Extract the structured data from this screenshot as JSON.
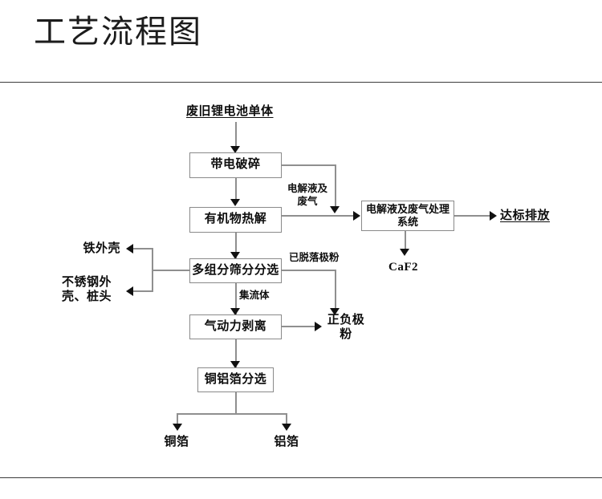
{
  "page": {
    "title": "工艺流程图"
  },
  "diagram": {
    "nodes": {
      "crush": "带电破碎",
      "pyrolysis": "有机物热解",
      "sorting": "多组分筛分分选",
      "pneumatic": "气动力剥离",
      "foil_sorting": "铜铝箔分选",
      "gas_treatment": "电解液及废气处理系统"
    },
    "terminals": {
      "input": "废旧锂电池单体",
      "emission": "达标排放",
      "caf2": "CaF2",
      "iron_shell": "铁外壳",
      "stainless_shell": "不锈钢外壳、桩头",
      "electrode_powder": "正负极粉",
      "copper_foil": "铜箔",
      "aluminum_foil": "铝箔"
    },
    "edge_labels": {
      "electrolyte_gas": "电解液及废气",
      "detached_powder": "已脱落极粉",
      "current_collector": "集流体"
    }
  },
  "colors": {
    "box_border": "#8a8a8a",
    "connector": "#8f8f8f",
    "arrow": "#111111",
    "text": "#0d0d0d",
    "rule": "#3c3c3c"
  }
}
